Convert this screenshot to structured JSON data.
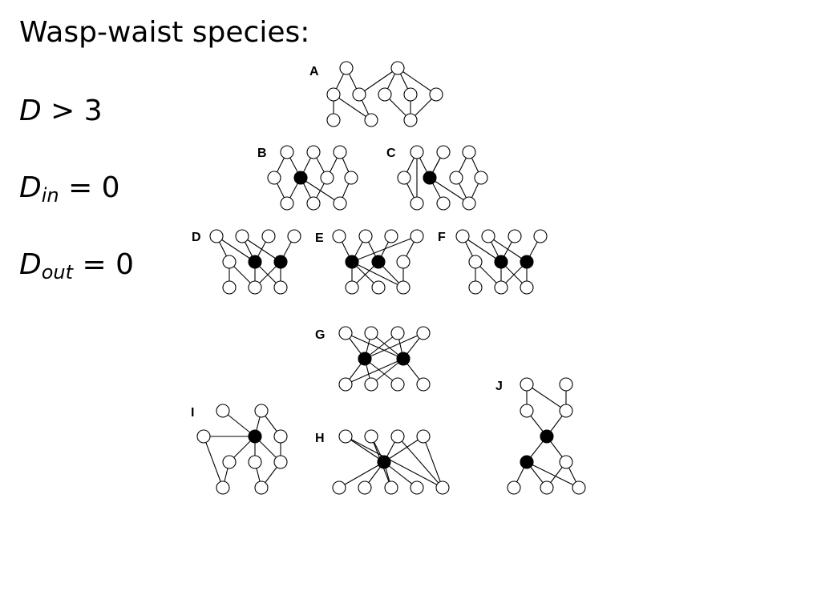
{
  "slide": {
    "title": "Wasp-waist species:",
    "conditions": [
      {
        "var": "D",
        "sub": "",
        "rel": " > 3"
      },
      {
        "var": "D",
        "sub": "in",
        "rel": " = 0"
      },
      {
        "var": "D",
        "sub": "out",
        "rel": " = 0"
      }
    ]
  },
  "colors": {
    "stroke": "#000000",
    "open_node": "#ffffff",
    "filled_node": "#000000"
  },
  "panels": [
    {
      "label": "A"
    },
    {
      "label": "B"
    },
    {
      "label": "C"
    },
    {
      "label": "D"
    },
    {
      "label": "E"
    },
    {
      "label": "F"
    },
    {
      "label": "G"
    },
    {
      "label": "I"
    },
    {
      "label": "H"
    },
    {
      "label": "J"
    }
  ]
}
